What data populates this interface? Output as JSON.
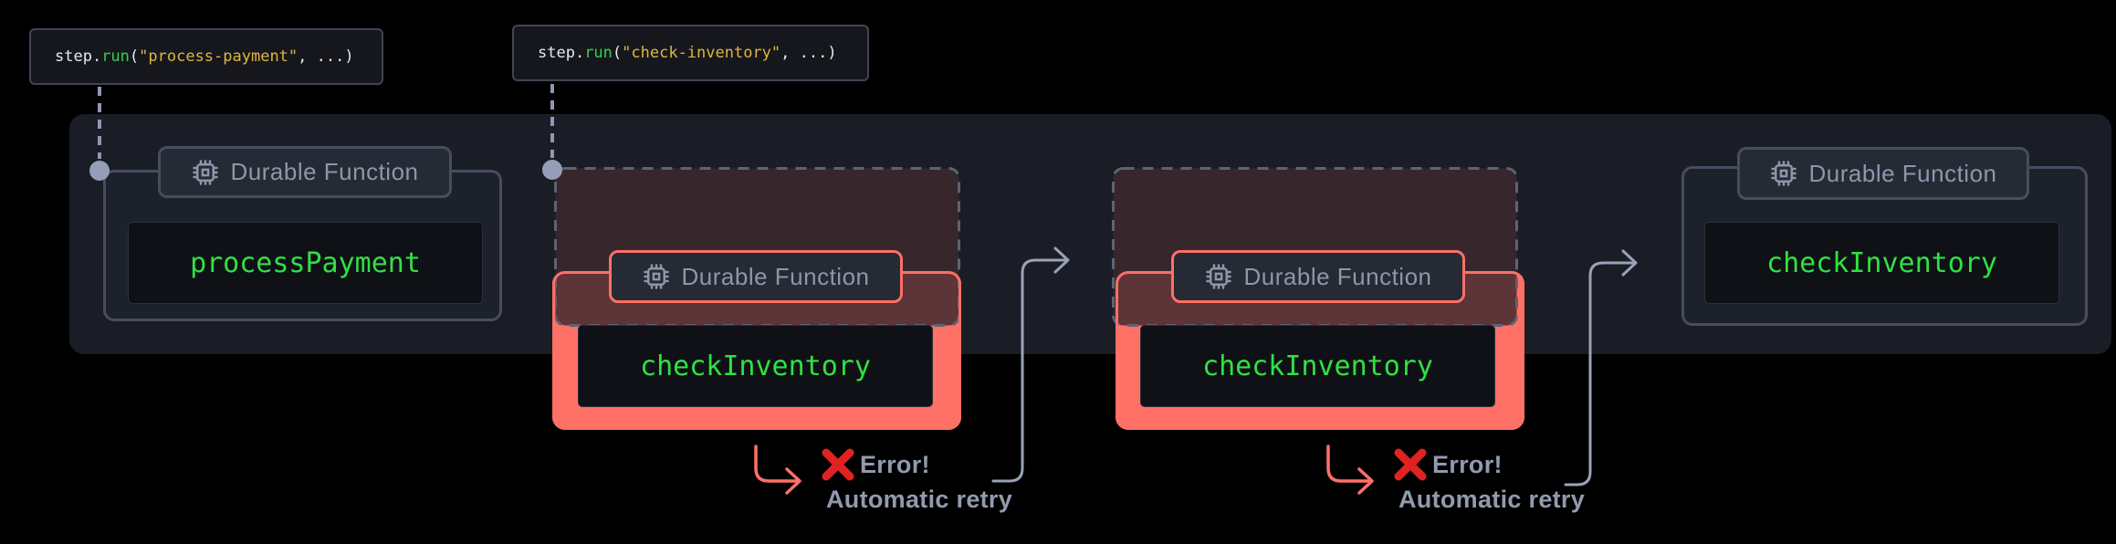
{
  "colors": {
    "background": "#000000",
    "panel": "#1a1d25",
    "slate_border": "#454d60",
    "label_gray": "#8e96aa",
    "code_green": "#31e142",
    "salmon_accent": "#ff7067",
    "error_red": "#e02222",
    "connector_slate": "#9aa2b8",
    "token_fn_green": "#37cf52",
    "token_string_gold": "#e2b53d"
  },
  "tooltips": [
    {
      "parts": [
        "step.",
        "run",
        "(",
        "\"process-payment\"",
        ", ...)"
      ]
    },
    {
      "parts": [
        "step.",
        "run",
        "(",
        "\"check-inventory\"",
        ", ...)"
      ]
    }
  ],
  "steps": [
    {
      "badge": "Durable Function",
      "code": "processPayment",
      "state": "success"
    },
    {
      "badge": "Durable Function",
      "code": "checkInventory",
      "state": "failed"
    },
    {
      "badge": "Durable Function",
      "code": "checkInventory",
      "state": "failed"
    },
    {
      "badge": "Durable Function",
      "code": "checkInventory",
      "state": "success"
    }
  ],
  "errors": [
    {
      "label": "Error!",
      "sublabel": "Automatic retry"
    },
    {
      "label": "Error!",
      "sublabel": "Automatic retry"
    }
  ]
}
